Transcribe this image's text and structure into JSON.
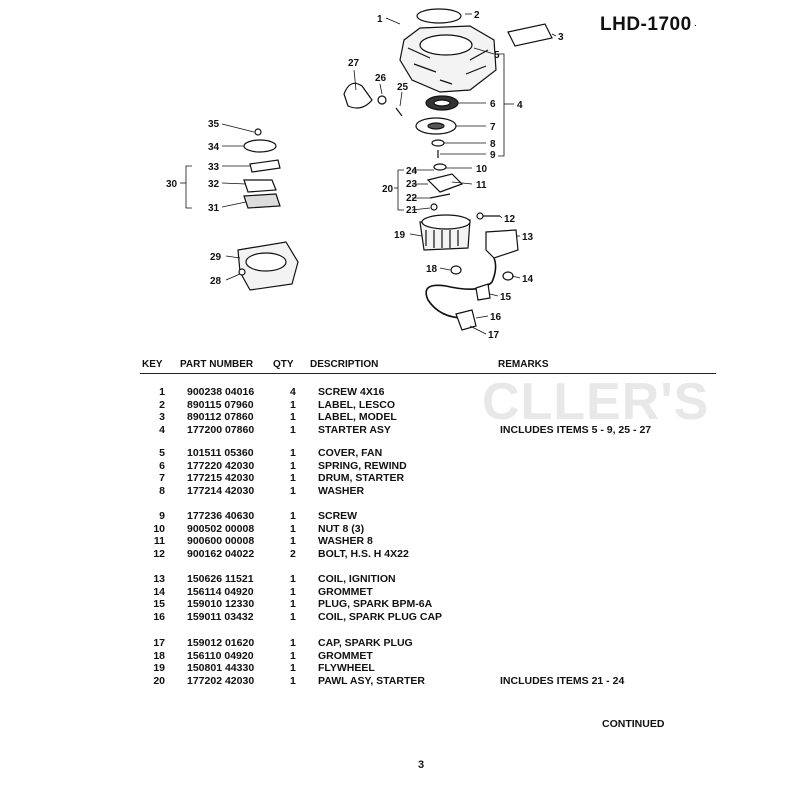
{
  "header": {
    "doc_code": "LHD-1700"
  },
  "watermark": "CLLER'S",
  "callouts": [
    "1",
    "2",
    "3",
    "4",
    "5",
    "6",
    "7",
    "8",
    "9",
    "10",
    "11",
    "12",
    "13",
    "14",
    "15",
    "16",
    "17",
    "18",
    "19",
    "20",
    "21",
    "22",
    "23",
    "24",
    "25",
    "26",
    "27",
    "28",
    "29",
    "30",
    "31",
    "32",
    "33",
    "34",
    "35"
  ],
  "table": {
    "headers": {
      "key": "KEY",
      "part": "PART NUMBER",
      "qty": "QTY",
      "desc": "DESCRIPTION",
      "remarks": "REMARKS"
    },
    "rows": [
      {
        "key": "1",
        "part": "900238 04016",
        "qty": "4",
        "desc": "SCREW  4X16",
        "remarks": ""
      },
      {
        "key": "2",
        "part": "890115 07960",
        "qty": "1",
        "desc": "LABEL, LESCO",
        "remarks": ""
      },
      {
        "key": "3",
        "part": "890112 07860",
        "qty": "1",
        "desc": "LABEL, MODEL",
        "remarks": ""
      },
      {
        "key": "4",
        "part": "177200 07860",
        "qty": "1",
        "desc": "STARTER ASY",
        "remarks": "INCLUDES ITEMS 5 - 9, 25 - 27"
      },
      {
        "key": "5",
        "part": "101511 05360",
        "qty": "1",
        "desc": "COVER, FAN",
        "remarks": ""
      },
      {
        "key": "6",
        "part": "177220 42030",
        "qty": "1",
        "desc": "SPRING, REWIND",
        "remarks": ""
      },
      {
        "key": "7",
        "part": "177215 42030",
        "qty": "1",
        "desc": "DRUM, STARTER",
        "remarks": ""
      },
      {
        "key": "8",
        "part": "177214 42030",
        "qty": "1",
        "desc": "WASHER",
        "remarks": ""
      },
      {
        "key": "9",
        "part": "177236 40630",
        "qty": "1",
        "desc": "SCREW",
        "remarks": ""
      },
      {
        "key": "10",
        "part": "900502 00008",
        "qty": "1",
        "desc": "NUT  8  (3)",
        "remarks": ""
      },
      {
        "key": "11",
        "part": "900600 00008",
        "qty": "1",
        "desc": "WASHER  8",
        "remarks": ""
      },
      {
        "key": "12",
        "part": "900162 04022",
        "qty": "2",
        "desc": "BOLT, H.S. H  4X22",
        "remarks": ""
      },
      {
        "key": "13",
        "part": "150626 11521",
        "qty": "1",
        "desc": "COIL, IGNITION",
        "remarks": ""
      },
      {
        "key": "14",
        "part": "156114 04920",
        "qty": "1",
        "desc": "GROMMET",
        "remarks": ""
      },
      {
        "key": "15",
        "part": "159010 12330",
        "qty": "1",
        "desc": "PLUG, SPARK  BPM-6A",
        "remarks": ""
      },
      {
        "key": "16",
        "part": "159011 03432",
        "qty": "1",
        "desc": "COIL, SPARK PLUG CAP",
        "remarks": ""
      },
      {
        "key": "17",
        "part": "159012 01620",
        "qty": "1",
        "desc": "CAP, SPARK PLUG",
        "remarks": ""
      },
      {
        "key": "18",
        "part": "156110 04920",
        "qty": "1",
        "desc": "GROMMET",
        "remarks": ""
      },
      {
        "key": "19",
        "part": "150801 44330",
        "qty": "1",
        "desc": "FLYWHEEL",
        "remarks": ""
      },
      {
        "key": "20",
        "part": "177202 42030",
        "qty": "1",
        "desc": "PAWL ASY, STARTER",
        "remarks": "INCLUDES ITEMS 21 - 24"
      }
    ]
  },
  "footer": {
    "continued": "CONTINUED",
    "page": "3"
  }
}
